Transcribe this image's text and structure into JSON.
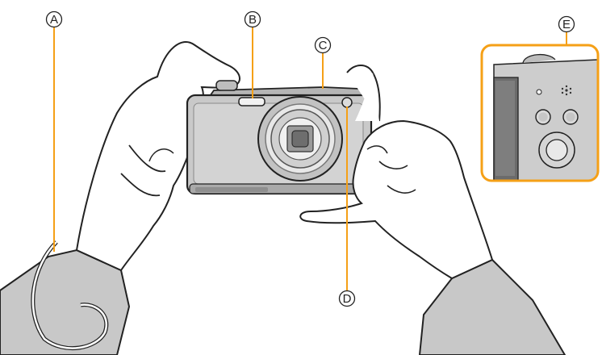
{
  "callouts": {
    "strap": "A",
    "flash": "B",
    "top": "C",
    "lamp": "D",
    "speaker": "E"
  },
  "colors": {
    "leader_orange": "#f5a017",
    "inset_border": "#f5a017",
    "skin": "#ffffff",
    "sleeve": "#c8c8c8",
    "camera_body": "#c9c9c9",
    "outline": "#222222"
  }
}
